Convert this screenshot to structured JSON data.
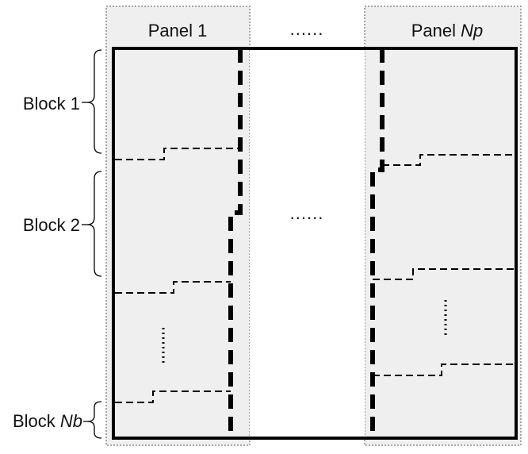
{
  "panels": {
    "first_label": "Panel 1",
    "last_label_prefix": "Panel ",
    "last_label_var": "Np",
    "ellipsis": "......"
  },
  "blocks": {
    "first_label": "Block 1",
    "second_label": "Block 2",
    "last_label_prefix": "Block ",
    "last_label_var": "Nb"
  },
  "middle": {
    "ellipsis": "......"
  },
  "colors": {
    "panel_fill": "#efefef",
    "line": "#000000"
  }
}
